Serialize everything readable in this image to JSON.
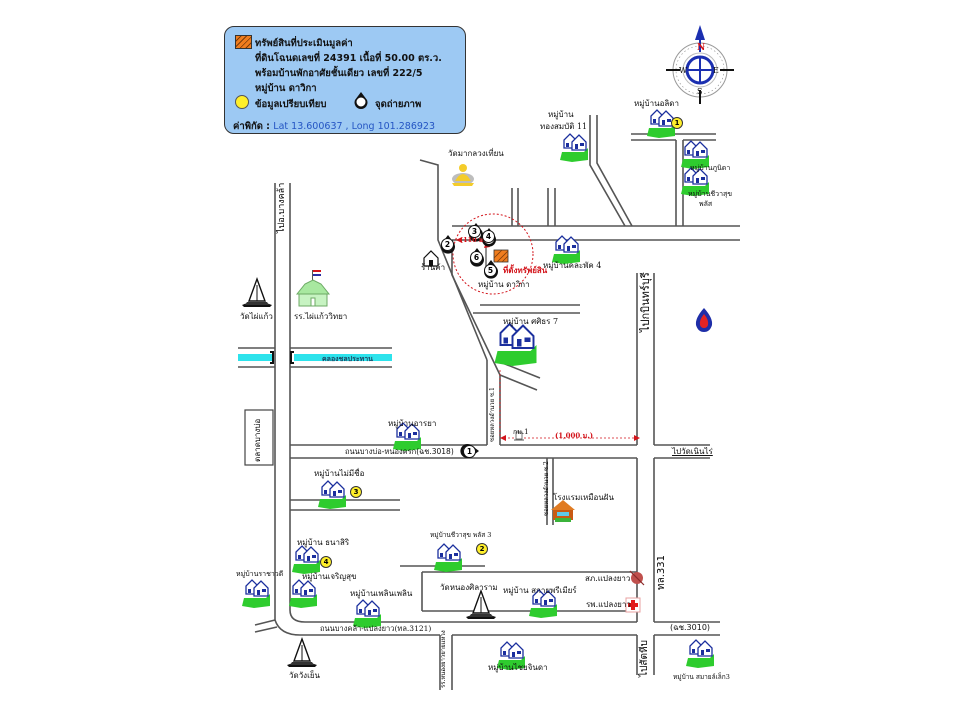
{
  "legend": {
    "property_label": "ทรัพย์สินที่ประเมินมูลค่า",
    "line2": "ที่ดินโฉนดเลขที่ 24391 เนื้อที่ 50.00 ตร.ว.",
    "line3": "พร้อมบ้านพักอาศัยชั้นเดียว เลขที่ 222/5",
    "line4": "หมู่บ้าน ดาวิกา",
    "comparison_label": "ข้อมูลเปรียบเทียบ",
    "photo_point_label": "จุดถ่ายภาพ",
    "coord_label": "ค่าพิกัด :",
    "coord_value": "Lat 13.600637 , Long 101.286923"
  },
  "compass": {
    "n": "N",
    "s": "S",
    "e": "E",
    "w": "W"
  },
  "places": {
    "ban_orlida": "หมู่บ้านอลิดา",
    "ban_thongsombat_1": "หมู่บ้าน",
    "ban_thongsombat_2": "ทองสมบัติ 11",
    "wat_makluang": "วัดมากลวงเที่ยน",
    "ban_phunida": "หมู่บ้านภูนิดา",
    "ban_chiwasuk_1": "หมู่บ้านชีวาสุข",
    "ban_chiwasuk_2": "พลัส",
    "ran_kha": "ร้านค้า",
    "ban_kaewkrachang": "หมู่บ้านคละพัค 4",
    "property_site": "ที่ตั้งทรัพย์สิน",
    "ban_dawika": "หมู่บ้าน ดาวิกา",
    "distance_short": "(110 ม.)",
    "wat_phaikaew": "วัดไผ่แก้ว",
    "school": "รร.ไผ่แก้ววิทยา",
    "ban_sasithorn": "หมู่บ้าน ศศิธร 7",
    "canal": "คลองชลประทาน",
    "road_to_bangkla": "ไปอ.บางคล้า",
    "road_to_kabinburi": "ไปกบินทร์บุรี",
    "road_to_watnoenpai": "ไปวัดเนินไร่",
    "soi_upper": "ซอยหลวงอำนวย ซ.1",
    "km_marker": "กม.1",
    "distance_long": "(1,000 ม.)",
    "talat_bangbo": "ตลาดบางบ่อ",
    "ban_araya": "หมู่บ้านอารยา",
    "road_main": "ถนนบางบ่อ-หนองครก(ฉช.3018)",
    "ban_maimeechue": "หมู่บ้านไม่มีชื่อ",
    "soi_lower": "ซอยหลวงอำนวย ซ.2",
    "hotel": "โรงแรมเหมือนฝัน",
    "ban_thanasiri": "หมู่บ้าน ธนาสิริ",
    "ban_chiwasuk3": "หมู่บ้านชีวาสุข พลัส 3",
    "ban_rachawadee": "หมู่บ้านราชาวดี",
    "ban_charoensuk": "หมู่บ้านเจริญสุข",
    "ban_phloenphloen": "หมู่บ้านเพลินเพลิน",
    "wat_nongsila": "วัดหนองศิลาราม",
    "ban_sakayapremier": "หมู่บ้าน สกายพรีเมียร์",
    "police": "สภ.แปลงยาว",
    "hospital": "รพ.แปลงยาว",
    "road_331": "ทล.331",
    "road_3010": "(ฉช.3010)",
    "road_bottom": "ถนนบางคล้า-แปลงยาว(ทล.3121)",
    "wat_wangyen": "วัดวังเย็น",
    "soi_bottom": "รร.หนองยาวยายแหวง",
    "ban_chaiyachinda": "หมู่บ้านไชยจินดา",
    "road_to_satthip": "ไปสัตหีบ",
    "ban_samaylek3": "หมู่บ้าน สมายล์เล็ก3"
  },
  "comparison_markers": [
    "1",
    "2",
    "3",
    "4"
  ],
  "photo_points": [
    "1",
    "2",
    "3",
    "4",
    "5",
    "6"
  ],
  "colors": {
    "legend_bg": "#9dc9f3",
    "canal": "#2de3ec",
    "village_green": "#2ecc2e",
    "house_blue": "#1b2f9e",
    "property_orange": "#f07d1e",
    "distance_red": "#d3141b",
    "school_green": "#a8e8a0",
    "marker_yellow": "#ffef2a"
  }
}
